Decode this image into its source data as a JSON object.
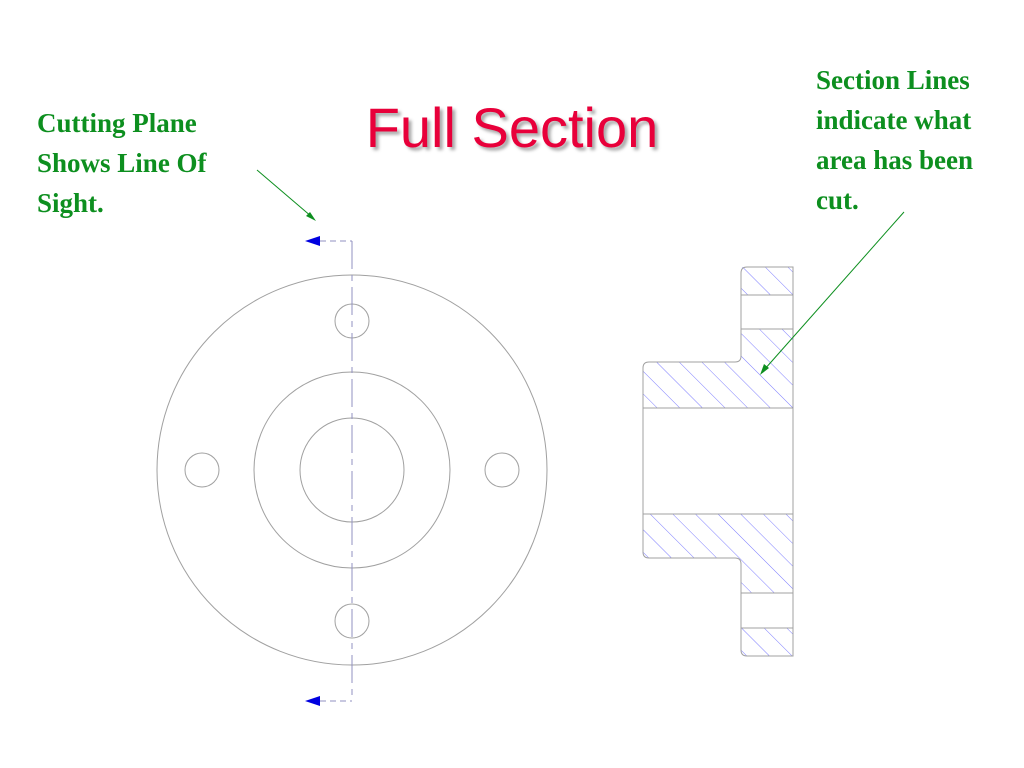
{
  "slide": {
    "title": "Full Section",
    "title_color": "#e8003a",
    "callout_color": "#0d8f1f",
    "leader_color": "#0d8f1f",
    "hatch_color": "#7f7fff",
    "arrow_color": "#0000e0",
    "outline_color": "#a0a0a0",
    "callouts": {
      "cutting_plane": [
        "Cutting Plane",
        "Shows Line Of",
        "Sight."
      ],
      "section_lines": [
        "Section Lines",
        "indicate what",
        "area has been",
        "cut."
      ]
    }
  }
}
